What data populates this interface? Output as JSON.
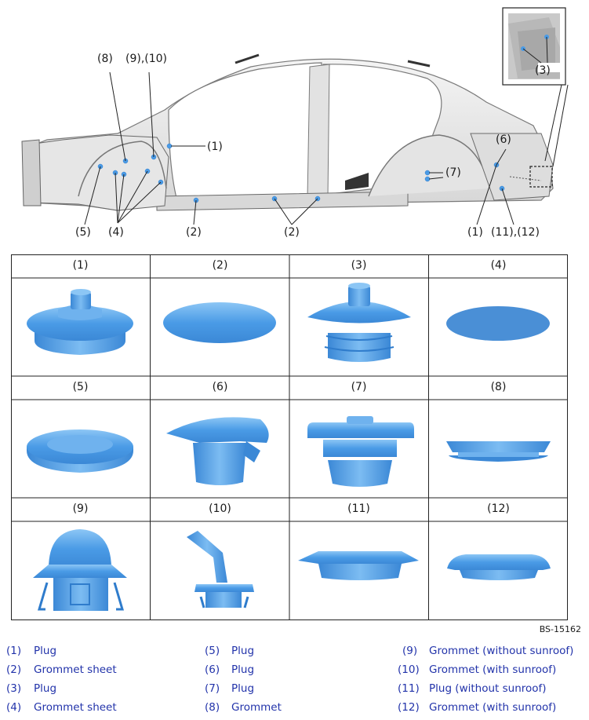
{
  "callouts": {
    "c8": "(8)",
    "c9_10": "(9),(10)",
    "c1_left": "(1)",
    "c5": "(5)",
    "c4": "(4)",
    "c2_a": "(2)",
    "c2_b": "(2)",
    "c7": "(7)",
    "c6": "(6)",
    "c1_right": "(1)",
    "c11_12": "(11),(12)",
    "c3_inset": "(3)"
  },
  "cells": [
    {
      "label": "(1)"
    },
    {
      "label": "(2)"
    },
    {
      "label": "(3)"
    },
    {
      "label": "(4)"
    },
    {
      "label": "(5)"
    },
    {
      "label": "(6)"
    },
    {
      "label": "(7)"
    },
    {
      "label": "(8)"
    },
    {
      "label": "(9)"
    },
    {
      "label": "(10)"
    },
    {
      "label": "(11)"
    },
    {
      "label": "(12)"
    }
  ],
  "figure_code": "BS-15162",
  "legend": [
    {
      "num": "(1)",
      "label": "Plug"
    },
    {
      "num": "(2)",
      "label": "Grommet sheet"
    },
    {
      "num": "(3)",
      "label": "Plug"
    },
    {
      "num": "(4)",
      "label": "Grommet sheet"
    },
    {
      "num": "(5)",
      "label": "Plug"
    },
    {
      "num": "(6)",
      "label": "Plug"
    },
    {
      "num": "(7)",
      "label": "Plug"
    },
    {
      "num": "(8)",
      "label": "Grommet"
    },
    {
      "num": "(9)",
      "label": "Grommet (without sunroof)"
    },
    {
      "num": "(10)",
      "label": "Grommet (with sunroof)"
    },
    {
      "num": "(11)",
      "label": "Plug (without sunroof)"
    },
    {
      "num": "(12)",
      "label": "Grommet (with sunroof)"
    }
  ],
  "colors": {
    "part_fill": "#4a9be6",
    "part_light": "#7cbcf2",
    "part_dark": "#2f7ccc",
    "body_line": "#8a8a8a",
    "legend_text": "#2233aa"
  }
}
